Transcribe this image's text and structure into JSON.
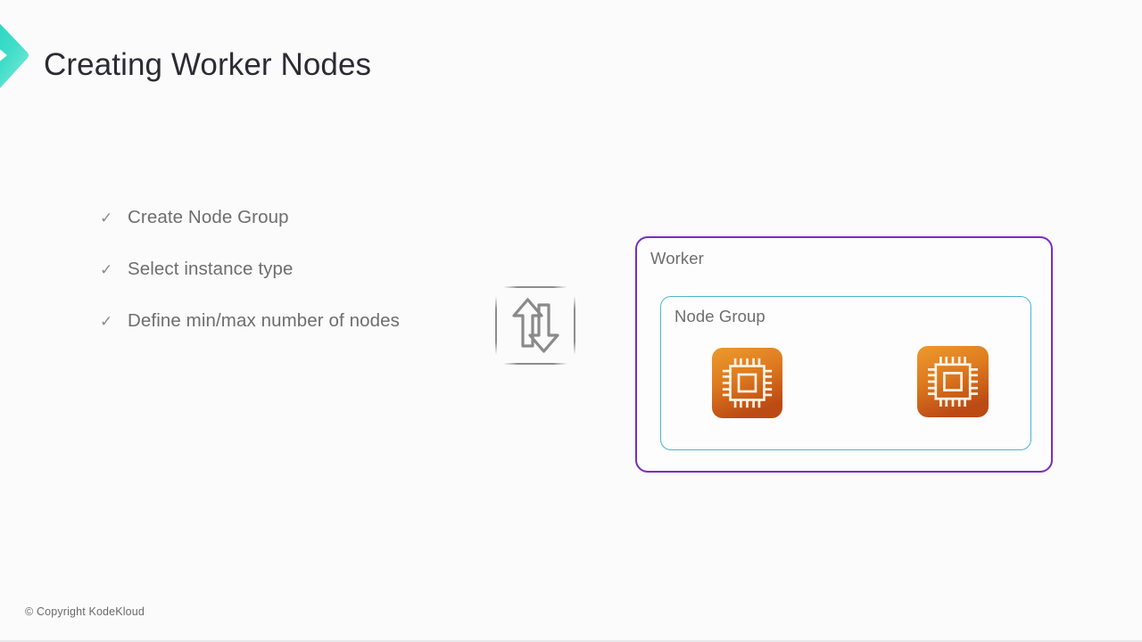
{
  "slide": {
    "title": "Creating Worker Nodes",
    "background_color": "#fbfbfb",
    "title_color": "#2b2b33"
  },
  "brand": {
    "icon": "chevron-right-logo",
    "gradient_from": "#1fd9c6",
    "gradient_to": "#7fe8d8"
  },
  "bullets": [
    {
      "check": "✓",
      "label": "Create Node Group"
    },
    {
      "check": "✓",
      "label": "Select instance type"
    },
    {
      "check": "✓",
      "label": "Define min/max number of nodes"
    }
  ],
  "scaling_icon": {
    "name": "scale-up-down-icon",
    "stroke_color": "#8a8a8a"
  },
  "diagram": {
    "outer": {
      "label": "Worker",
      "border_color": "#7b2cbf"
    },
    "inner": {
      "label": "Node Group",
      "border_color": "#4cb6cf"
    },
    "nodes": [
      {
        "name": "ec2-instance-icon",
        "gradient_from": "#e8912b",
        "gradient_to": "#c04a16"
      },
      {
        "name": "ec2-instance-icon",
        "gradient_from": "#e8912b",
        "gradient_to": "#c04a16"
      }
    ]
  },
  "footer": {
    "copyright": "© Copyright KodeKloud"
  }
}
